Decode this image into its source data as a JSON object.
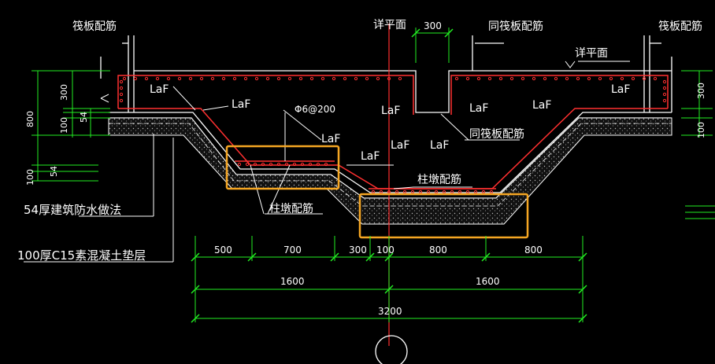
{
  "labels": {
    "raft_rebar_left": "筏板配筋",
    "raft_rebar_right": "筏板配筋",
    "see_plan_top": "详平面",
    "same_raft_rebar_top": "同筏板配筋",
    "see_plan_right": "详平面",
    "same_raft_rebar_mid": "同筏板配筋",
    "pier_rebar_upper": "柱墩配筋",
    "pier_rebar_lower": "柱墩配筋",
    "waterproof": "54厚建筑防水做法",
    "cushion": "100厚C15素混凝土垫层",
    "rebar_spec": "Φ6@200",
    "laf": "LaF"
  },
  "dimensions": {
    "top_300": "300",
    "left_300": "300",
    "left_800": "800",
    "left_100": "100",
    "left_54": "54",
    "left_100b": "100",
    "left_54b": "54",
    "right_300": "300",
    "right_100": "100",
    "bottom_row1": [
      "500",
      "700",
      "300",
      "100",
      "800",
      "800"
    ],
    "bottom_row2": [
      "1600",
      "1600"
    ],
    "bottom_row3": "3200"
  },
  "colors": {
    "background": "#000000",
    "concrete_outline": "#ffffff",
    "rebar": "#ff3030",
    "dimension": "#22ee22",
    "highlight": "#f5a623",
    "axis": "#ff3030",
    "text": "#ffffff"
  }
}
